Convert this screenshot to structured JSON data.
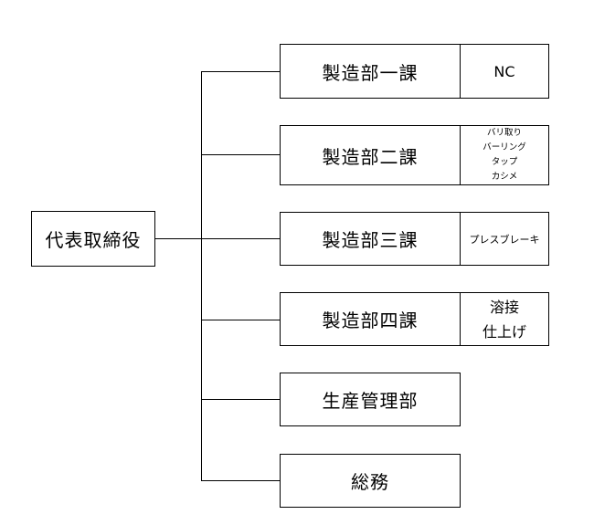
{
  "ceo": {
    "label": "代表取締役"
  },
  "departments": [
    {
      "label": "製造部一課",
      "tasks": [
        "NC"
      ]
    },
    {
      "label": "製造部二課",
      "tasks": [
        "バリ取り",
        "バーリング",
        "タップ",
        "カシメ"
      ]
    },
    {
      "label": "製造部三課",
      "tasks": [
        "プレスブレーキ"
      ]
    },
    {
      "label": "製造部四課",
      "tasks": [
        "溶接",
        "仕上げ"
      ]
    },
    {
      "label": "生産管理部",
      "tasks": []
    },
    {
      "label": "総務",
      "tasks": []
    }
  ]
}
